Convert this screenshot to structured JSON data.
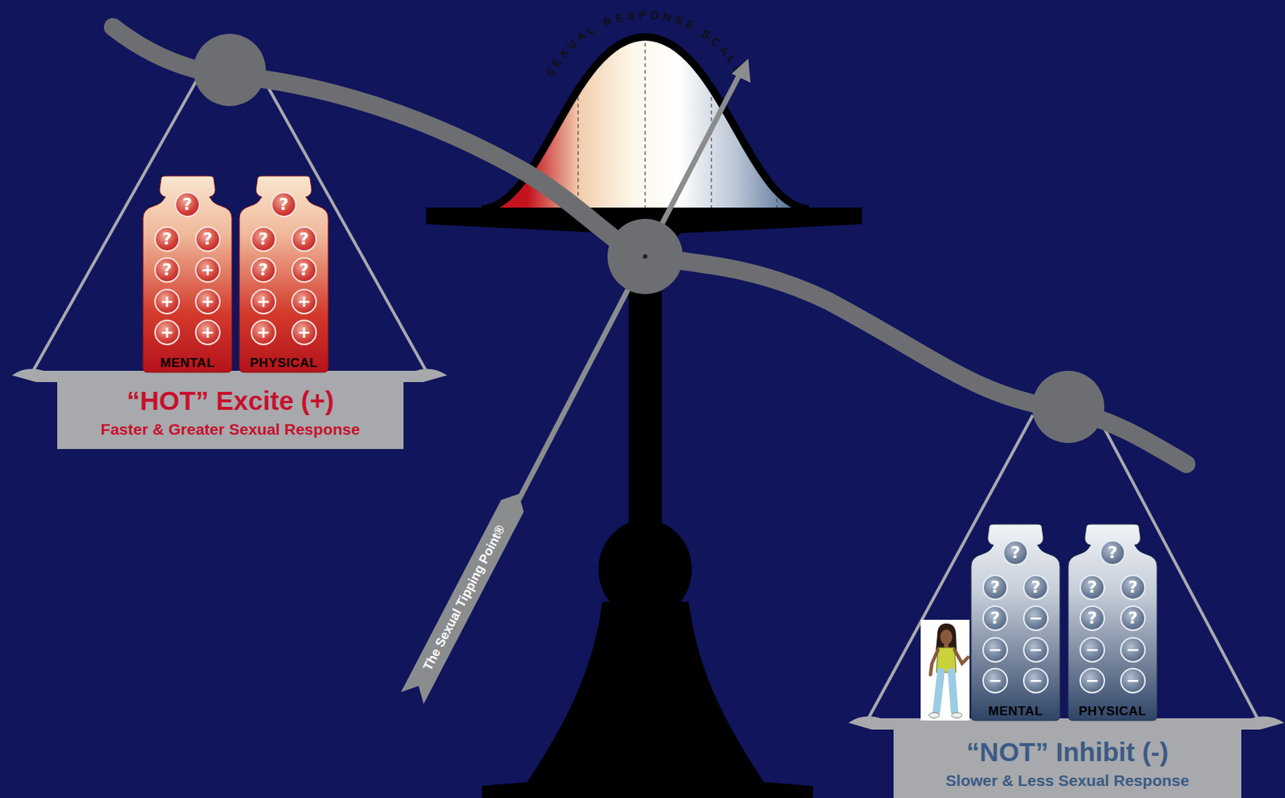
{
  "diagram": {
    "nodes": [
      {
        "text": [
          "MENTAL"
        ]
      },
      {
        "text": [
          "?"
        ],
        "in": 0
      },
      {
        "text": [
          "?"
        ],
        "in": 0
      },
      {
        "text": [
          "?"
        ],
        "in": 0
      },
      {
        "text": [
          "?"
        ],
        "in": 0
      },
      {
        "text": [
          "+"
        ],
        "in": 0
      },
      {
        "text": [
          "+"
        ],
        "in": 0
      },
      {
        "text": [
          "+"
        ],
        "in": 0
      },
      {
        "text": [
          "+"
        ],
        "in": 0
      },
      {
        "text": [
          "+"
        ],
        "in": 0
      },
      {
        "text": [
          "PHYSICAL"
        ]
      },
      {
        "text": [
          "?"
        ],
        "in": 10
      },
      {
        "text": [
          "?"
        ],
        "in": 10
      },
      {
        "text": [
          "?"
        ],
        "in": 10
      },
      {
        "text": [
          "?"
        ],
        "in": 10
      },
      {
        "text": [
          "?"
        ],
        "in": 10
      },
      {
        "text": [
          "+"
        ],
        "in": 10
      },
      {
        "text": [
          "+"
        ],
        "in": 10
      },
      {
        "text": [
          "+"
        ],
        "in": 10
      },
      {
        "text": [
          "+"
        ],
        "in": 10
      },
      {
        "text": [
          "“HOT” Excite (+)",
          "Faster & Greater Sexual Response"
        ]
      },
      {
        "text": [
          "MENTAL"
        ]
      },
      {
        "text": [
          "?"
        ],
        "in": 21
      },
      {
        "text": [
          "?"
        ],
        "in": 21
      },
      {
        "text": [
          "?"
        ],
        "in": 21
      },
      {
        "text": [
          "?"
        ],
        "in": 21
      },
      {
        "text": [
          "−"
        ],
        "in": 21
      },
      {
        "text": [
          "−"
        ],
        "in": 21
      },
      {
        "text": [
          "−"
        ],
        "in": 21
      },
      {
        "text": [
          "−"
        ],
        "in": 21
      },
      {
        "text": [
          "−"
        ],
        "in": 21
      },
      {
        "text": [
          "PHYSICAL"
        ]
      },
      {
        "text": [
          "?"
        ],
        "in": 31
      },
      {
        "text": [
          "?"
        ],
        "in": 31
      },
      {
        "text": [
          "?"
        ],
        "in": 31
      },
      {
        "text": [
          "?"
        ],
        "in": 31
      },
      {
        "text": [
          "?"
        ],
        "in": 31
      },
      {
        "text": [
          "−"
        ],
        "in": 31
      },
      {
        "text": [
          "−"
        ],
        "in": 31
      },
      {
        "text": [
          "−"
        ],
        "in": 31
      },
      {
        "text": [
          "−"
        ],
        "in": 31
      },
      {
        "text": [
          "“NOT” Inhibit (-)",
          "Slower & Less Sexual Response"
        ]
      }
    ],
    "labels": [
      "SEXUAL RESPONSE SCALE",
      "The Sexual Tipping Point®"
    ]
  }
}
